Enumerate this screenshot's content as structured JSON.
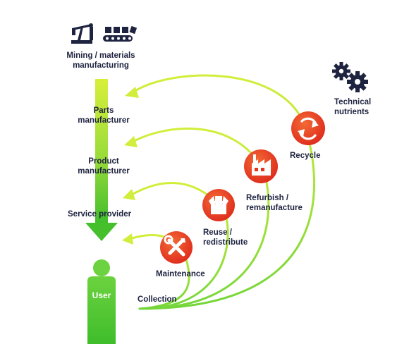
{
  "stages": {
    "mining": "Mining / materials\nmanufacturing",
    "parts": "Parts\nmanufacturer",
    "product": "Product\nmanufacturer",
    "service": "Service provider",
    "user": "User"
  },
  "loops": {
    "recycle": "Recycle",
    "refurbish": "Refurbish /\nremanufacture",
    "reuse": "Reuse /\nredistribute",
    "maintenance": "Maintenance"
  },
  "collection": "Collection",
  "technical": "Technical\nnutrients",
  "icons": {
    "mining": "oil-pump-icon",
    "factory_line": "conveyor-belt-icon",
    "gears": "gears-icon",
    "recycle": "recycle-icon",
    "refurbish": "factory-icon",
    "reuse": "box-icon",
    "maintenance": "tools-icon",
    "user": "person-icon"
  },
  "colors": {
    "green_light": "#d6ee3a",
    "green_mid": "#8ed93a",
    "green_dark": "#45c02c",
    "icon_orange": "#ee4a26",
    "icon_red": "#e02a1c",
    "navy": "#1e2340"
  }
}
